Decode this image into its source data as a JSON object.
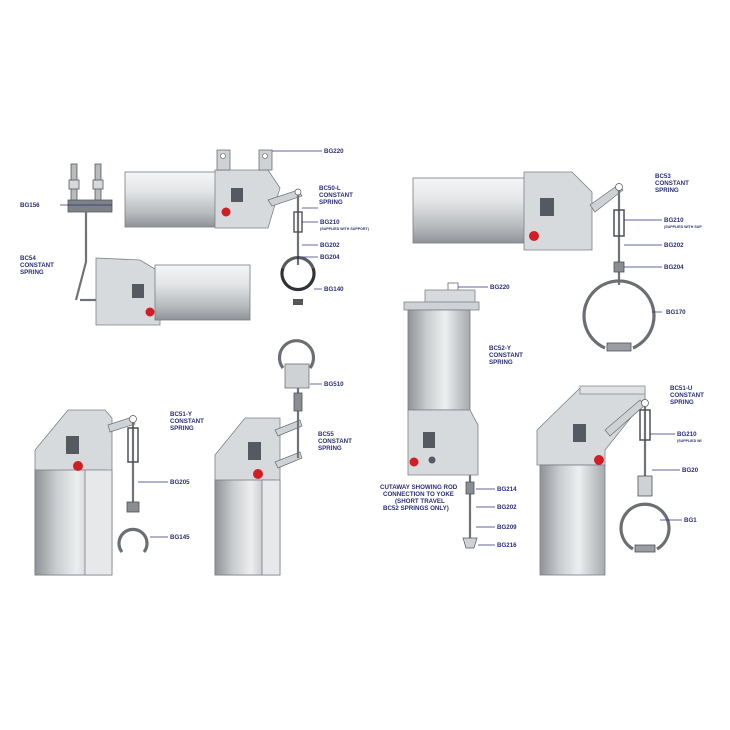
{
  "labels": {
    "bg156": "BG156",
    "bc54": [
      "BC54",
      "CONSTANT",
      "SPRING"
    ],
    "bg220_top": "BG220",
    "bc50": [
      "BC50-L",
      "CONSTANT",
      "SPRING"
    ],
    "bg210_a": "BG210",
    "bg210_a_note": "(SUPPLIED WITH SUPPORT)",
    "bg202_a": "BG202",
    "bg204_a": "BG204",
    "bg140": "BG140",
    "bc53": [
      "BC53",
      "CONSTANT",
      "SPRING"
    ],
    "bg210_b": "BG210",
    "bg210_b_note": "(SUPPLIED WITH SUP",
    "bg202_b": "BG202",
    "bg204_b": "BG204",
    "bg170": "BG170",
    "bg220_mid": "BG220",
    "bc52": [
      "BC52-Y",
      "CONSTANT",
      "SPRING"
    ],
    "bg510": "BG510",
    "bc51y": [
      "BC51-Y",
      "CONSTANT",
      "SPRING"
    ],
    "bg205": "BG205",
    "bg145": "BG145",
    "bc55": [
      "BC55",
      "CONSTANT",
      "SPRING"
    ],
    "cutaway": [
      "CUTAWAY SHOWING ROD",
      "CONNECTION TO YOKE",
      "(SHORT TRAVEL",
      "BC52 SPRINGS ONLY)"
    ],
    "bg214": "BG214",
    "bg202_c": "BG202",
    "bg209": "BG209",
    "bg216": "BG216",
    "bc51u": [
      "BC51-U",
      "CONSTANT",
      "SPRING"
    ],
    "bg210_c": "BG210",
    "bg210_c_note": "(SUPPLIED WI",
    "bg20x": "BG20",
    "bgx": "BG1"
  },
  "colors": {
    "label": "#2a2f7a",
    "steel": "#c5c8cb",
    "red_marker": "#d21d25"
  }
}
